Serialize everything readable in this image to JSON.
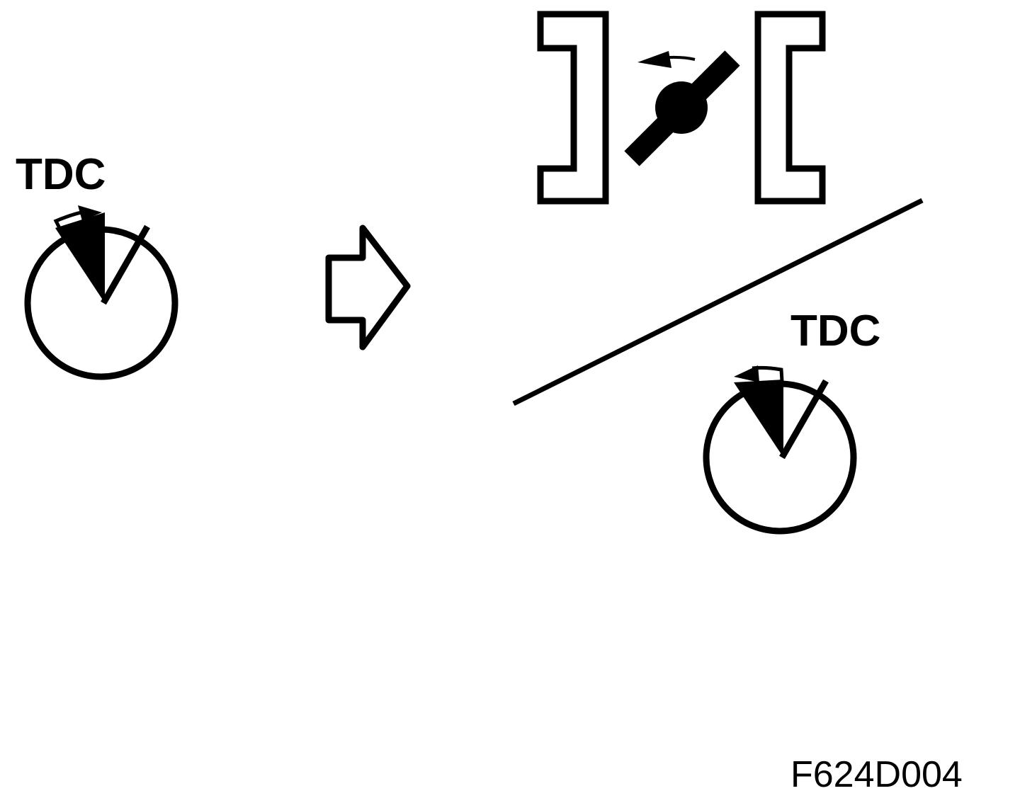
{
  "labels": {
    "tdc_left": "TDC",
    "tdc_right": "TDC",
    "figure_code": "F624D004"
  },
  "colors": {
    "ink": "#000000",
    "background": "#ffffff"
  },
  "icons": {
    "left_dial": "crank-dial-clockwise-icon",
    "transition_arrow": "right-arrow-outline-icon",
    "throttle": "throttle-valve-icon",
    "right_dial": "crank-dial-counterclockwise-icon"
  }
}
